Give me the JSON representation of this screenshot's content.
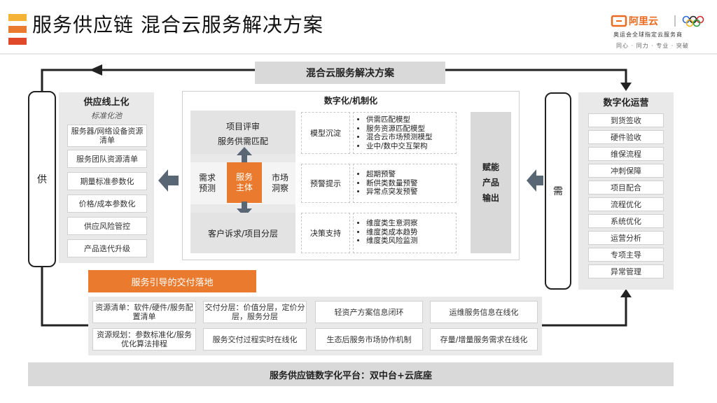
{
  "header": {
    "title": "服务供应链 混合云服务解决方案",
    "brand": "阿里云",
    "slogan_line1": "奥运会全球指定云服务商",
    "slogan_line2": "同心 · 同力 · 专业 · 突破"
  },
  "top_banner": "混合云服务解决方案",
  "left_side_label": "供",
  "right_side_label": "需",
  "supply": {
    "title": "供应线上化",
    "subtitle": "标准化池",
    "items": [
      "服务器/网络设备资源清单",
      "服务团队资源清单",
      "期量标准参数化",
      "价格/成本参数化",
      "供应风险管控",
      "产品迭代升级"
    ]
  },
  "ops": {
    "title": "数字化运营",
    "items": [
      "到货签收",
      "硬件验收",
      "维保流程",
      "冲刺保障",
      "项目配合",
      "流程优化",
      "系统优化",
      "运营分析",
      "专项主导",
      "异常管理"
    ]
  },
  "center": {
    "title": "数字化/机制化",
    "top_cell_line1": "项目评审",
    "top_cell_line2": "服务供需匹配",
    "demand_forecast": "需求预测",
    "service_subject": "服务主体",
    "market_insight": "市场洞察",
    "bottom_cell": "客户诉求/项目分层",
    "rows": [
      {
        "label": "模型沉淀",
        "bullets": [
          "供需匹配模型",
          "服务资源匹配模型",
          "混合云市场预测模型",
          "业中/数中交互架构"
        ]
      },
      {
        "label": "预警提示",
        "bullets": [
          "超期预警",
          "断供类数量预警",
          "异常点突发预警"
        ]
      },
      {
        "label": "决策支持",
        "bullets": [
          "维度类生意洞察",
          "维度类成本趋势",
          "维度类风险监测"
        ]
      }
    ],
    "output_label": "赋能\n产品\n输出"
  },
  "delivery": {
    "title": "服务引导的交付落地",
    "items": [
      "资源清单：软件/硬件/服务配置清单",
      "交付分层：价值分层，定价分层，服务分层",
      "轻资产方案信息闭环",
      "运维服务信息在线化",
      "资源规划：参数标准化/服务优化算法排程",
      "服务交付过程实时在线化",
      "生态后服务市场协作机制",
      "存量/增量服务需求在线化"
    ]
  },
  "platform": "服务供应链数字化平台：双中台+云底座"
}
